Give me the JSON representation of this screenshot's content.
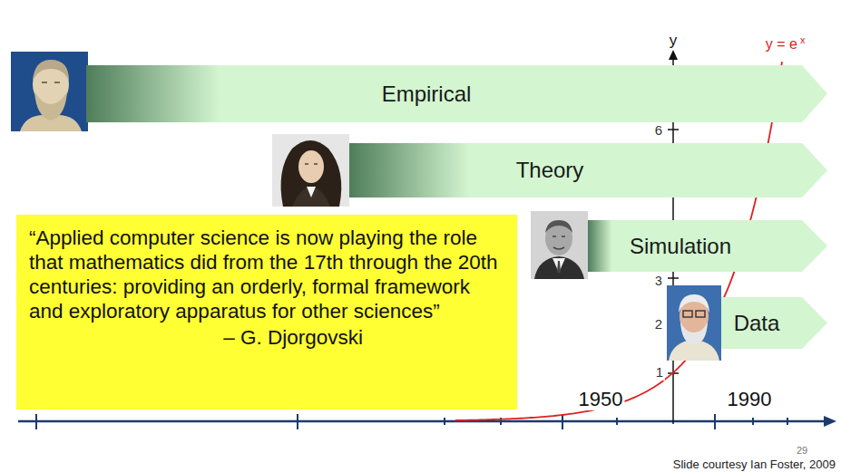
{
  "diagram": {
    "nodes": [
      {
        "text": [
          "Empirical"
        ]
      },
      {
        "text": [
          "Theory"
        ]
      },
      {
        "text": [
          "“Applied computer science is now playing the role that mathematics did from the 17th through the 20th centuries: providing an orderly, formal framework and exploratory apparatus for other sciences”",
          "– G. Djorgovski"
        ]
      },
      {
        "text": [
          "Simulation"
        ]
      },
      {
        "text": [
          "Data"
        ]
      }
    ],
    "labels": [
      "y",
      "y = e",
      "x",
      "6",
      "3",
      "2",
      "1",
      "1950",
      "1990",
      "29",
      "Slide courtesy Ian Foster, 2009"
    ]
  }
}
